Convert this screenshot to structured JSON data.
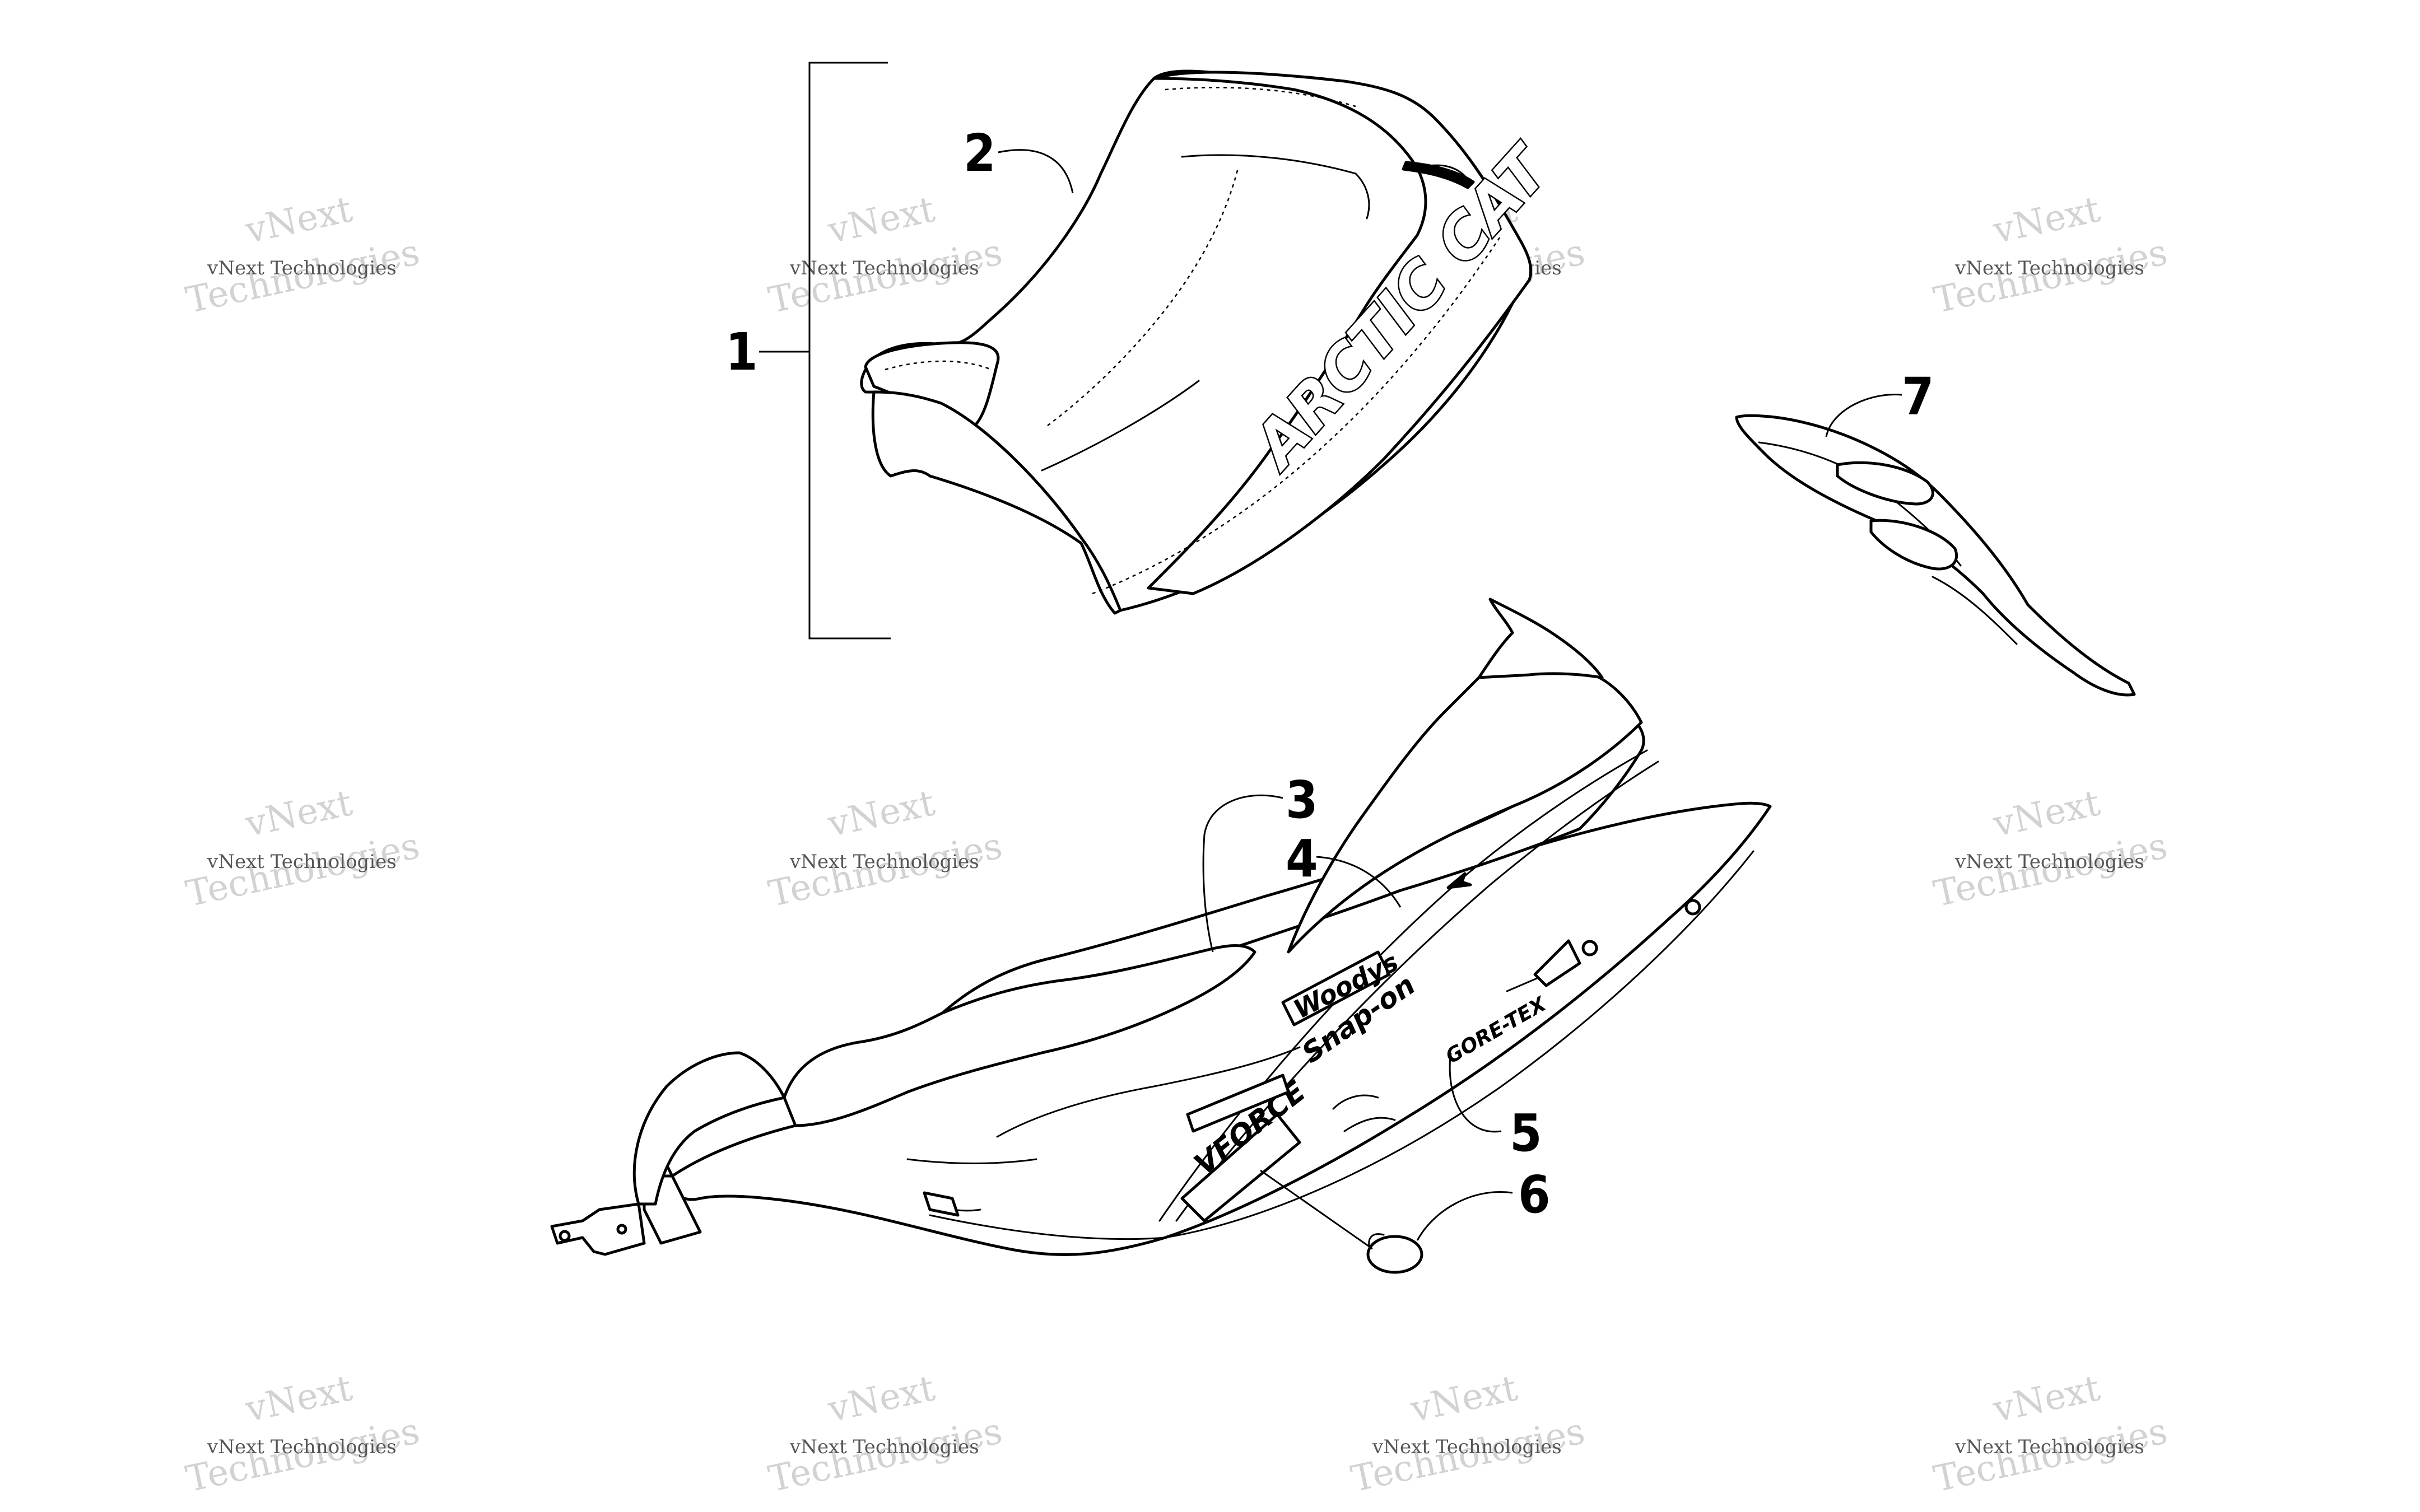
{
  "callouts": [
    "1",
    "2",
    "3",
    "4",
    "5",
    "6",
    "7"
  ],
  "seat_logo": "ARCTIC CAT",
  "decals": {
    "woodys": "Woodys",
    "snapon": "Snap-on",
    "vforce": "VFORCE",
    "goretex": "GORE-TEX"
  },
  "watermark": {
    "line1": "vNext Technologies",
    "line2": "vNext",
    "line3": "Technologies"
  },
  "colors": {
    "ink": "#000000",
    "paper": "#ffffff",
    "watermark_dark": "#555555",
    "watermark_light": "#d2d2d2"
  }
}
